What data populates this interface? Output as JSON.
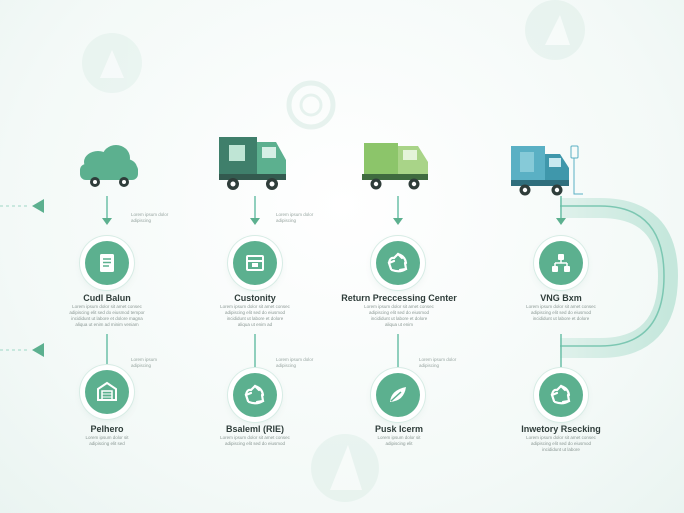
{
  "colors": {
    "primary": "#5cb08f",
    "line": "#7cc7b2",
    "truck_dark": "#3f7f6b",
    "truck_light": "#8cc56a",
    "truck_blue": "#5ab0c4"
  },
  "top_row": [
    {
      "icon": "document-icon",
      "title": "Cudl Balun",
      "desc": [
        "Lorem ipsum dolor sit amet consec",
        "adipiscing elit sed do eiusmod tempor",
        "incididunt ut labore et dolore magna",
        "aliqua ut enim ad minim veniam"
      ]
    },
    {
      "icon": "box-icon",
      "title": "Custonity",
      "desc": [
        "Lorem ipsum dolor sit amet consec",
        "adipiscing elit sed do eiusmod",
        "incididunt ut labore et dolore",
        "aliqua ut enim ad"
      ]
    },
    {
      "icon": "recycle-icon",
      "title": "Return Preccessing Center",
      "desc": [
        "Lorem ipsum dolor sit amet consec",
        "adipiscing elit sed do eiusmod",
        "incididunt ut labore et dolore",
        "aliqua ut enim"
      ]
    },
    {
      "icon": "network-icon",
      "title": "VNG Bxm",
      "desc": [
        "Lorem ipsum dolor sit amet consec",
        "adipiscing elit sed do eiusmod",
        "incididunt ut labore et dolore"
      ]
    }
  ],
  "bottom_row": [
    {
      "icon": "warehouse-icon",
      "title": "Pelhero",
      "desc": [
        "Lorem ipsum dolor sit",
        "adipiscing elit sed"
      ]
    },
    {
      "icon": "recycle-icon",
      "title": "Bsaleml (RIE)",
      "desc": [
        "Lorem ipsum dolor sit amet consec",
        "adipiscing elit sed do eiusmod"
      ]
    },
    {
      "icon": "leaf-icon",
      "title": "Pusk Icerm",
      "desc": [
        "Lorem ipsum dolor sit",
        "adipiscing elit"
      ]
    },
    {
      "icon": "recycle-icon",
      "title": "Inwetory Rsecking",
      "desc": [
        "Lorem ipsum dolor sit amet consec",
        "adipiscing elit sed do eiusmod",
        "incididunt ut labore"
      ]
    }
  ],
  "notes": [
    [
      "Lorem ipsum dolor",
      "adipiscing"
    ],
    [
      "Lorem ipsum dolor",
      "adipiscing"
    ],
    [
      "Lorem ipsum",
      "adipiscing"
    ],
    [
      "Lorem ipsum dolor",
      "adipiscing"
    ]
  ]
}
